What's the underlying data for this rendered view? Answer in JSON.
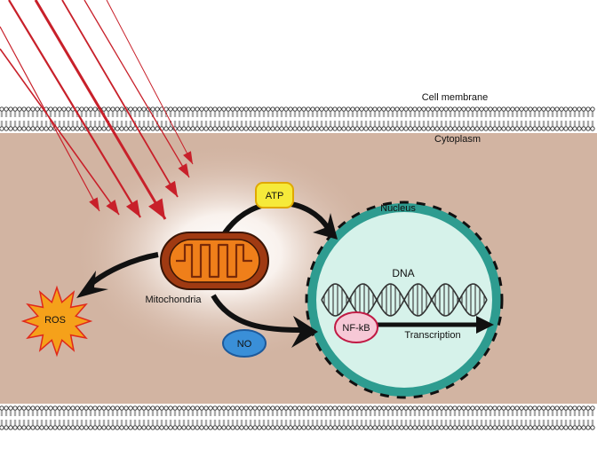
{
  "labels": {
    "cell_membrane": "Cell membrane",
    "cytoplasm": "Cytoplasm",
    "nucleus": "Nucleus",
    "dna": "DNA",
    "mitochondria": "Mitochondria",
    "atp": "ATP",
    "no": "NO",
    "ros": "ROS",
    "nfkb": "NF-kB",
    "transcription": "Transcription"
  },
  "colors": {
    "cytoplasm": "#d2b4a2",
    "membrane": "#555555",
    "light_rays": "#c8202a",
    "mitochondria_outer": "#a03a12",
    "mitochondria_inner": "#ef7f1a",
    "nucleus_ring": "#2e9c90",
    "nucleus_fill": "#d6f2ea",
    "atp_box": "#f6ea3a",
    "no_box": "#3a8fd8",
    "ros_star": "#f5a11a",
    "nfkb_box": "#f6c8d6",
    "arrow": "#111111"
  },
  "icons": [
    "light-rays-icon",
    "mitochondria-icon",
    "ros-star-icon",
    "dna-helix-icon"
  ]
}
